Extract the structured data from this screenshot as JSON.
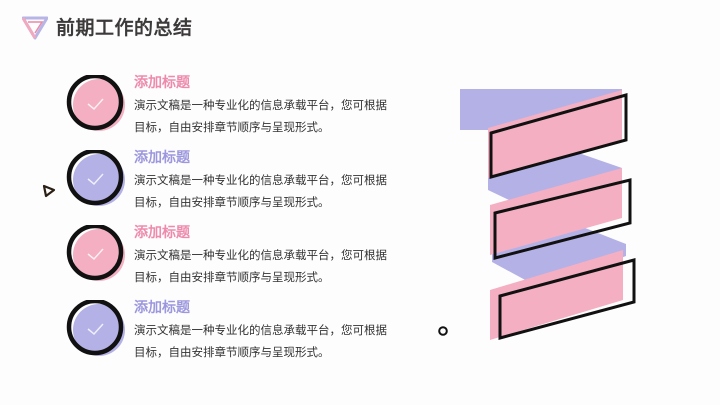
{
  "header": {
    "title": "前期工作的总结",
    "logo_icon": "impossible-triangle-icon"
  },
  "colors": {
    "pink": "#F4AFC2",
    "pink_title": "#EE8BAD",
    "blue": "#B3B1E6",
    "blue_title": "#9D98DE",
    "outline": "#111111",
    "text": "#333333"
  },
  "items": [
    {
      "title": "添加标题",
      "line1": "演示文稿是一种专业化的信息承载平台，您可根据",
      "line2": "目标，自由安排章节顺序与呈现形式。",
      "color": "pink",
      "icon": "check-icon"
    },
    {
      "title": "添加标题",
      "line1": "演示文稿是一种专业化的信息承载平台，您可根据",
      "line2": "目标，自由安排章节顺序与呈现形式。",
      "color": "blue",
      "icon": "check-icon"
    },
    {
      "title": "添加标题",
      "line1": "演示文稿是一种专业化的信息承载平台，您可根据",
      "line2": "目标，自由安排章节顺序与呈现形式。",
      "color": "pink",
      "icon": "check-icon"
    },
    {
      "title": "添加标题",
      "line1": "演示文稿是一种专业化的信息承载平台，您可根据",
      "line2": "目标，自由安排章节顺序与呈现形式。",
      "color": "blue",
      "icon": "check-icon"
    }
  ],
  "decorations": {
    "triangle_icon": "small-triangle-outline",
    "circle_icon": "small-circle-outline",
    "graphic": "zigzag-ribbon-graphic"
  }
}
